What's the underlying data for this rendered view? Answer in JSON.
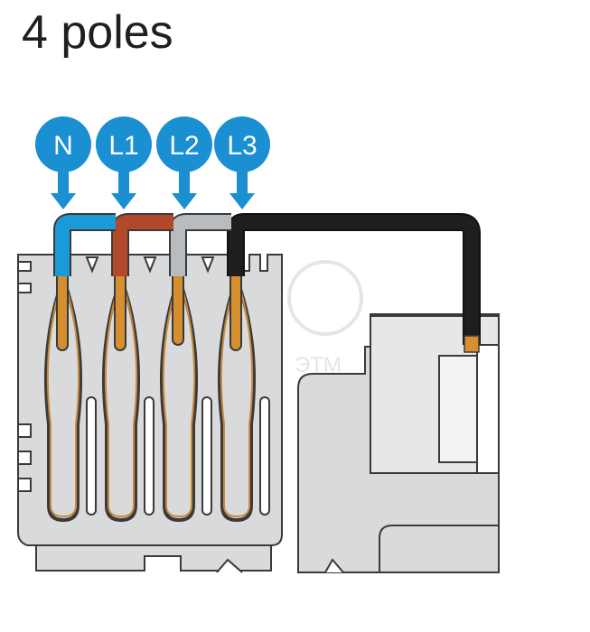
{
  "title": "4 poles",
  "poles": [
    {
      "label": "N",
      "color": "#1a9bd7"
    },
    {
      "label": "L1",
      "color": "#b2492b"
    },
    {
      "label": "L2",
      "color": "#b9bcbf"
    },
    {
      "label": "L3",
      "color": "#1e1e1e"
    }
  ],
  "colors": {
    "badge": "#1a8fd2",
    "housing": "#d9dadc",
    "outline": "#3a3a3a",
    "copper": "#c98a3a",
    "watermark": "#c8c8c8"
  },
  "watermark": "ЭТМ"
}
